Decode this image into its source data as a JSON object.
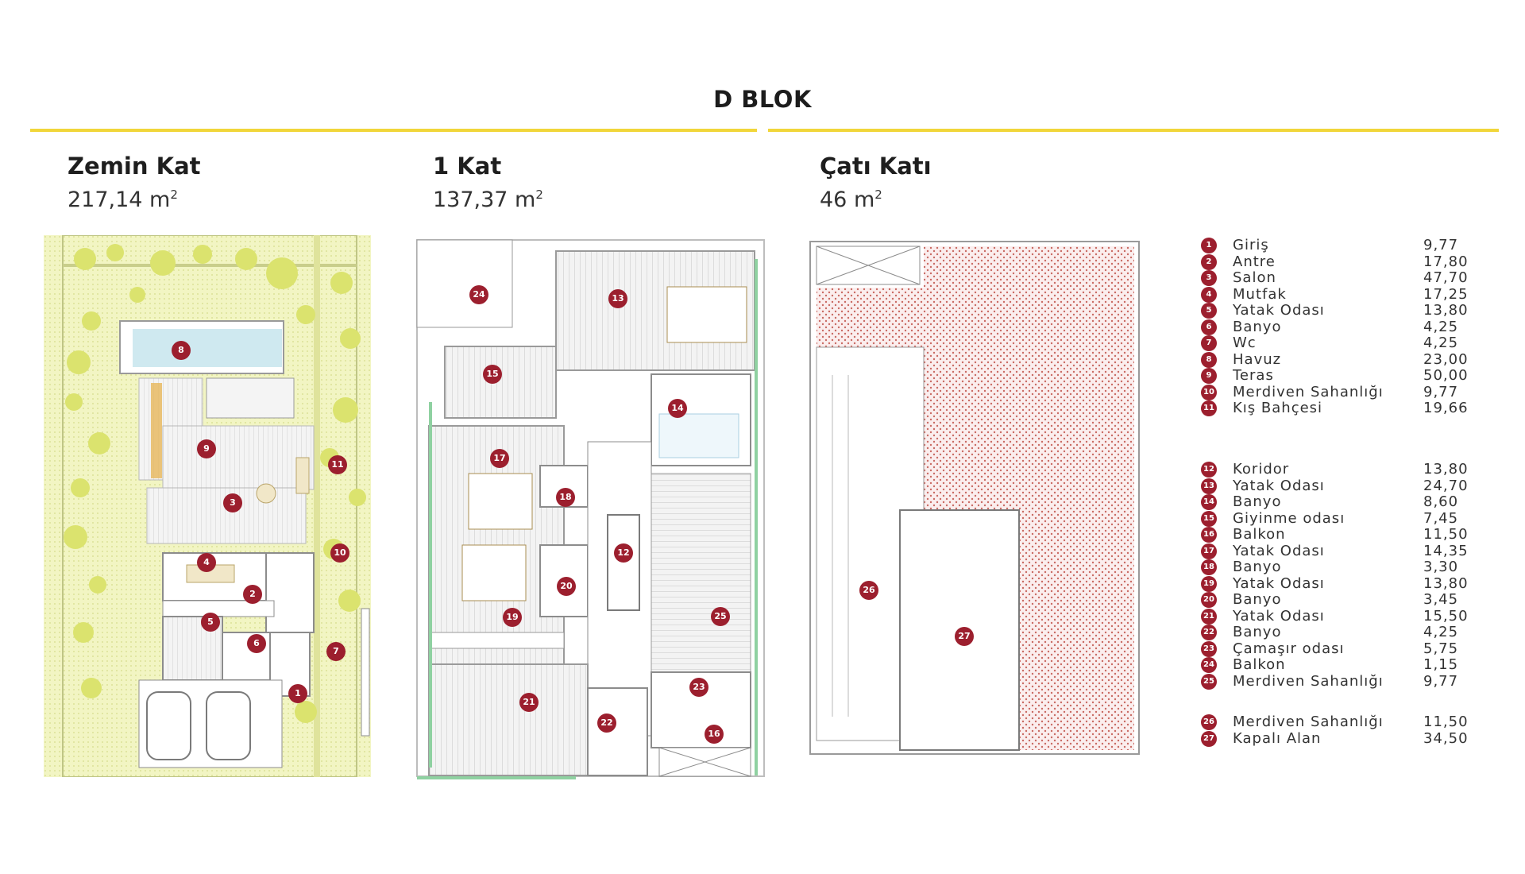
{
  "page": {
    "title": "D BLOK"
  },
  "floors": [
    {
      "name": "Zemin Kat",
      "area": "217,14 m",
      "unit_sup": "2"
    },
    {
      "name": "1 Kat",
      "area": "137,37 m",
      "unit_sup": "2"
    },
    {
      "name": "Çatı Katı",
      "area": "46 m",
      "unit_sup": "2"
    }
  ],
  "pins": [
    "1",
    "2",
    "3",
    "4",
    "5",
    "6",
    "7",
    "8",
    "9",
    "10",
    "11",
    "12",
    "13",
    "14",
    "15",
    "16",
    "17",
    "18",
    "19",
    "20",
    "21",
    "22",
    "23",
    "24",
    "25",
    "26",
    "27"
  ],
  "legend": {
    "group1": [
      {
        "num": "1",
        "name": "Giriş",
        "value": "9,77"
      },
      {
        "num": "2",
        "name": "Antre",
        "value": "17,80"
      },
      {
        "num": "3",
        "name": "Salon",
        "value": "47,70"
      },
      {
        "num": "4",
        "name": "Mutfak",
        "value": "17,25"
      },
      {
        "num": "5",
        "name": "Yatak Odası",
        "value": "13,80"
      },
      {
        "num": "6",
        "name": "Banyo",
        "value": "4,25"
      },
      {
        "num": "7",
        "name": "Wc",
        "value": "4,25"
      },
      {
        "num": "8",
        "name": "Havuz",
        "value": "23,00"
      },
      {
        "num": "9",
        "name": "Teras",
        "value": "50,00"
      },
      {
        "num": "10",
        "name": "Merdiven Sahanlığı",
        "value": "9,77"
      },
      {
        "num": "11",
        "name": "Kış Bahçesi",
        "value": "19,66"
      }
    ],
    "group2": [
      {
        "num": "12",
        "name": "Koridor",
        "value": "13,80"
      },
      {
        "num": "13",
        "name": "Yatak Odası",
        "value": "24,70"
      },
      {
        "num": "14",
        "name": "Banyo",
        "value": "8,60"
      },
      {
        "num": "15",
        "name": "Giyinme odası",
        "value": "7,45"
      },
      {
        "num": "16",
        "name": "Balkon",
        "value": "11,50"
      },
      {
        "num": "17",
        "name": "Yatak Odası",
        "value": "14,35"
      },
      {
        "num": "18",
        "name": "Banyo",
        "value": "3,30"
      },
      {
        "num": "19",
        "name": "Yatak Odası",
        "value": "13,80"
      },
      {
        "num": "20",
        "name": "Banyo",
        "value": "3,45"
      },
      {
        "num": "21",
        "name": "Yatak Odası",
        "value": "15,50"
      },
      {
        "num": "22",
        "name": "Banyo",
        "value": "4,25"
      },
      {
        "num": "23",
        "name": "Çamaşır odası",
        "value": "5,75"
      },
      {
        "num": "24",
        "name": "Balkon",
        "value": "1,15"
      },
      {
        "num": "25",
        "name": "Merdiven Sahanlığı",
        "value": "9,77"
      }
    ],
    "group3": [
      {
        "num": "26",
        "name": "Merdiven Sahanlığı",
        "value": "11,50"
      },
      {
        "num": "27",
        "name": "Kapalı Alan",
        "value": "34,50"
      }
    ]
  },
  "colors": {
    "accent_line": "#f1d63a",
    "pin": "#9c1f2e",
    "garden": "#eef3b4",
    "tree": "#dbe36e",
    "roof_tile": "#c96a63",
    "wood": "#d9d9d9"
  }
}
